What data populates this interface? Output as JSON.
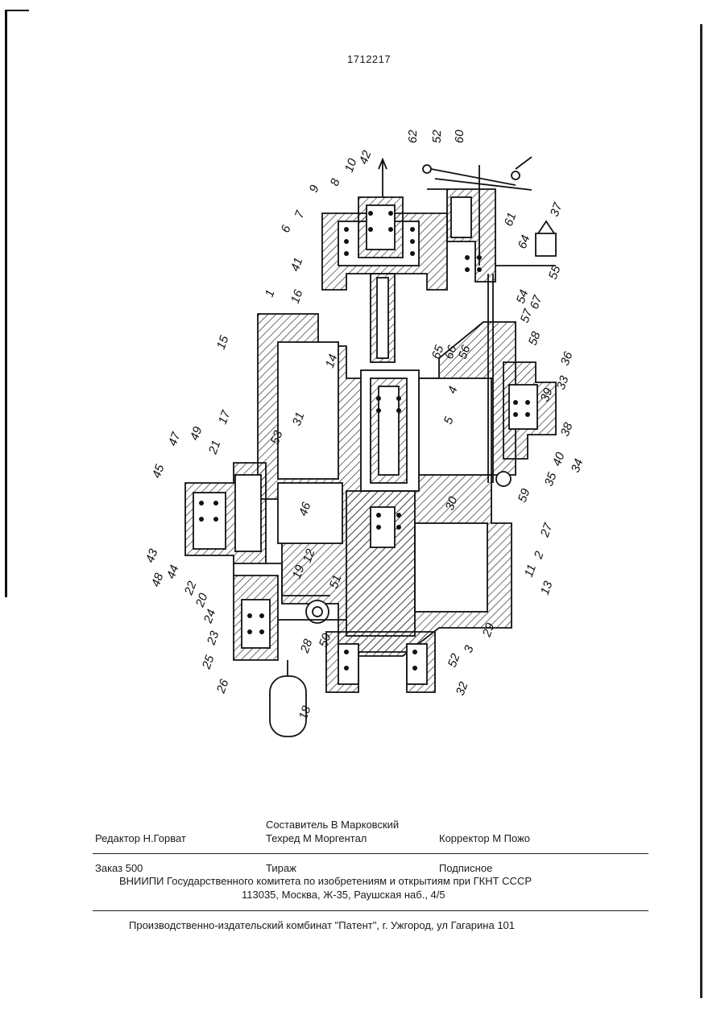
{
  "header": {
    "patent_number": "1712217"
  },
  "figure": {
    "part_labels": [
      "62",
      "52",
      "60",
      "42",
      "10",
      "8",
      "9",
      "7",
      "6",
      "41",
      "16",
      "1",
      "15",
      "14",
      "31",
      "53",
      "17",
      "21",
      "49",
      "47",
      "45",
      "43",
      "48",
      "44",
      "22",
      "20",
      "24",
      "23",
      "25",
      "26",
      "18",
      "19",
      "51",
      "50",
      "28",
      "12",
      "46",
      "5",
      "4",
      "65",
      "66",
      "56",
      "58",
      "57",
      "54",
      "67",
      "55",
      "61",
      "64",
      "37",
      "36",
      "33",
      "39",
      "38",
      "40",
      "34",
      "35",
      "59",
      "30",
      "27",
      "2",
      "11",
      "13",
      "3",
      "29",
      "52",
      "32"
    ]
  },
  "colophon": {
    "compiler": "Составитель  В Марковский",
    "editor": "Редактор  Н.Горват",
    "techred": "Техред М Моргентал",
    "corrector": "Корректор  М Пожо",
    "order": "Заказ  500",
    "circulation": "Тираж",
    "subscription": "Подписное",
    "publisher_line": "ВНИИПИ Государственного комитета по изобретениям и открытиям при ГКНТ СССР",
    "address": "113035, Москва, Ж-35, Раушская наб., 4/5",
    "printer": "Производственно-издательский комбинат \"Патент\", г. Ужгород, ул Гагарина  101"
  }
}
